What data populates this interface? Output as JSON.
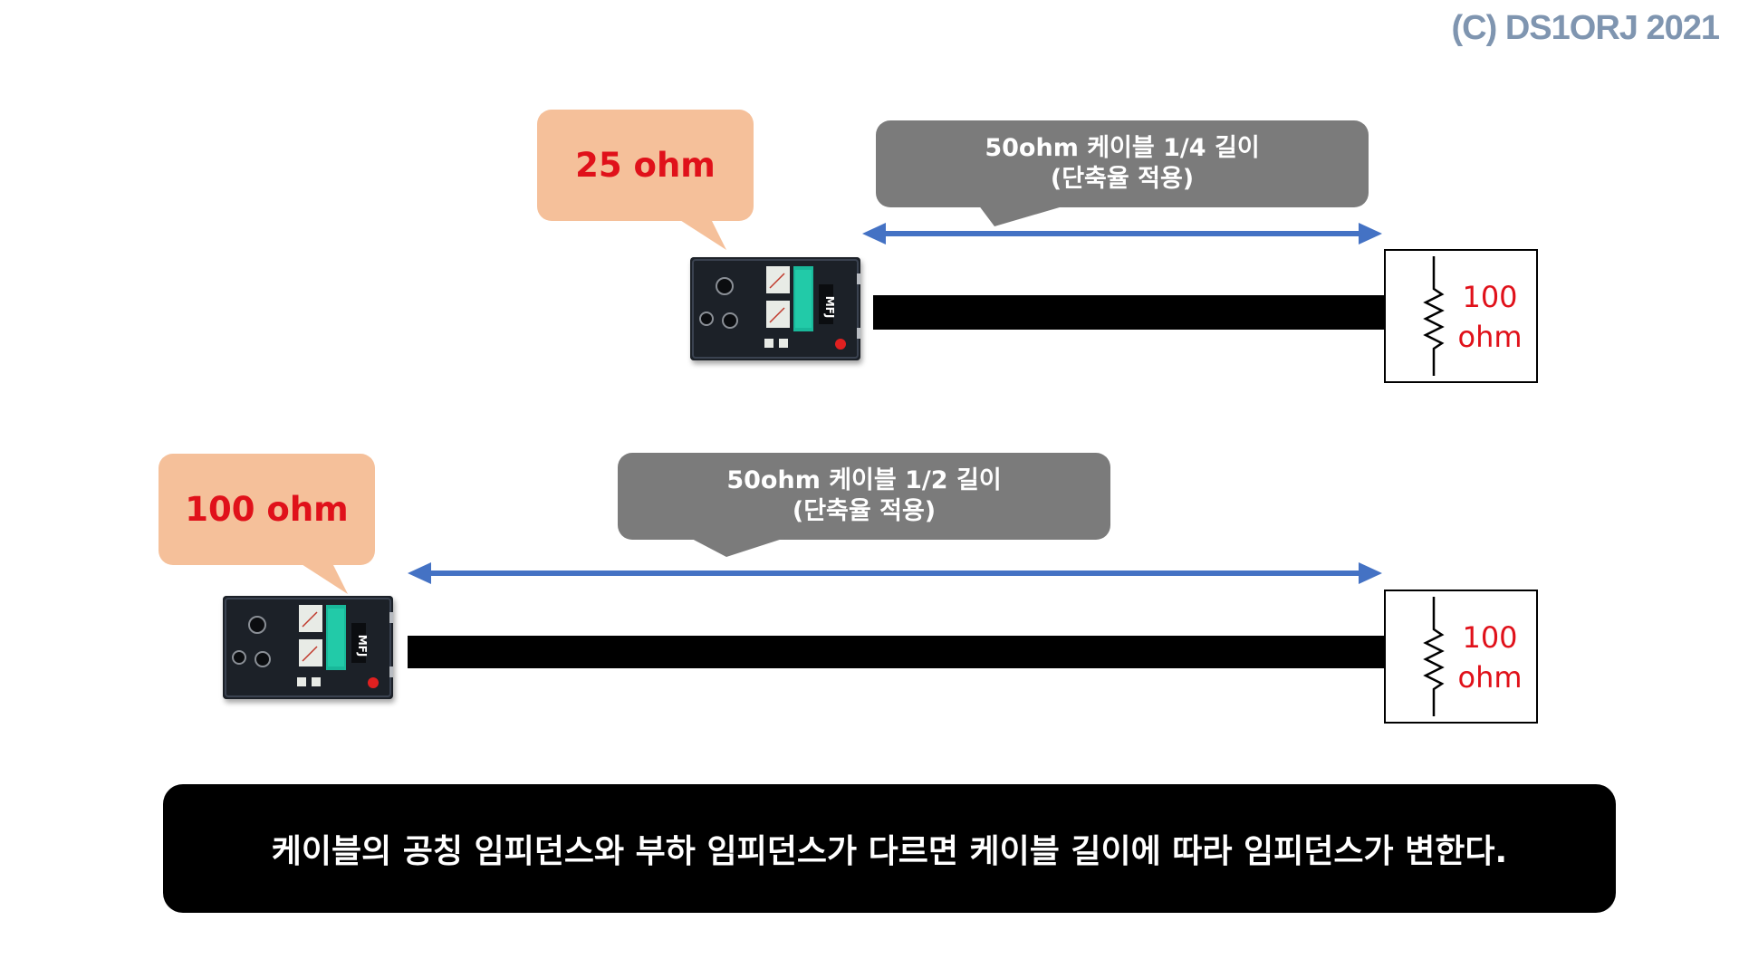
{
  "copyright": "(C) DS1ORJ   2021",
  "diagrams": [
    {
      "measured": "25 ohm",
      "cable_label_line1": "50ohm 케이블 1/4 길이",
      "cable_label_line2": "(단축율 적용)",
      "load_line1": "100",
      "load_line2": "ohm"
    },
    {
      "measured": "100 ohm",
      "cable_label_line1": "50ohm 케이블 1/2 길이",
      "cable_label_line2": "(단축율 적용)",
      "load_line1": "100",
      "load_line2": "ohm"
    }
  ],
  "caption": "케이블의 공칭 임피던스와 부하 임피던스가 다르면 케이블 길이에 따라 임피던스가 변한다.",
  "colors": {
    "arrow": "#4472c4",
    "measured_bubble": "#f5c09a",
    "measured_text": "#e0111a",
    "cable_bubble": "#7b7b7b",
    "load_text": "#e0111a"
  },
  "icons": {
    "analyzer": "antenna-analyzer-device-icon",
    "resistor": "resistor-icon"
  }
}
